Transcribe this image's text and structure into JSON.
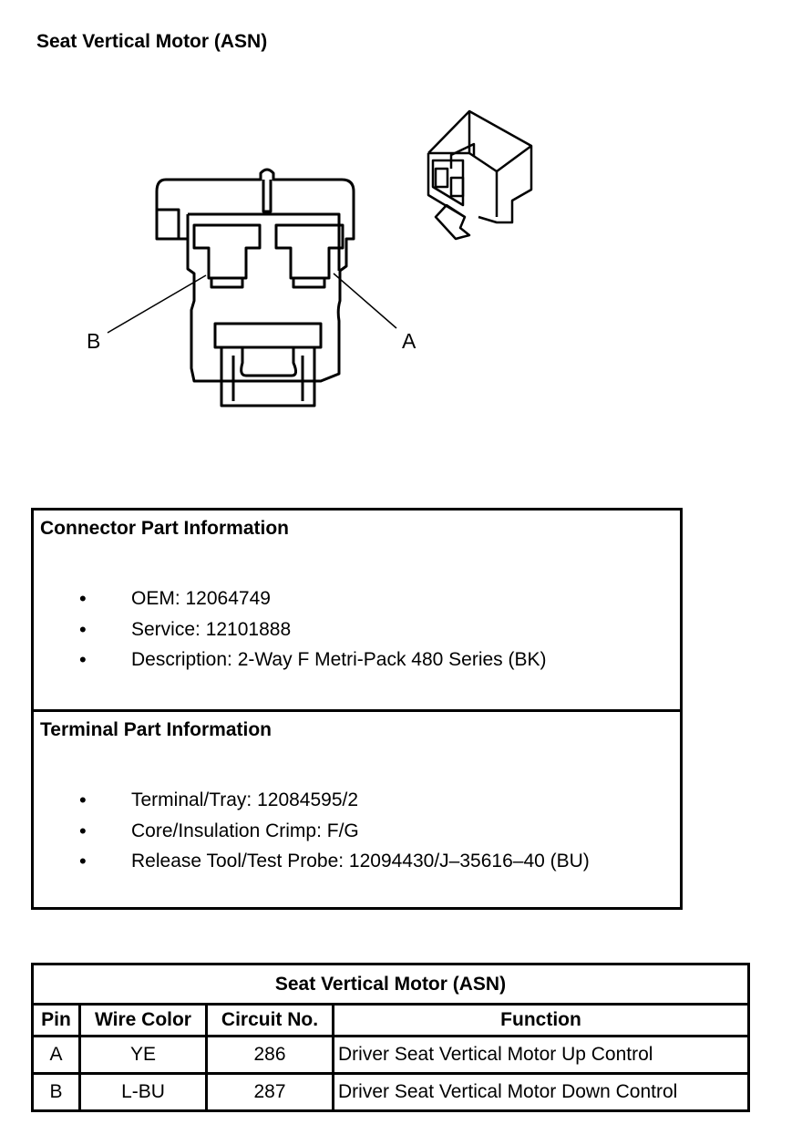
{
  "title": "Seat Vertical Motor (ASN)",
  "diagram": {
    "label_b": "B",
    "label_a": "A"
  },
  "connector_info": {
    "heading": "Connector Part Information",
    "items": [
      "OEM: 12064749",
      "Service: 12101888",
      "Description: 2-Way F Metri-Pack 480 Series (BK)"
    ]
  },
  "terminal_info": {
    "heading": "Terminal Part Information",
    "items": [
      "Terminal/Tray: 12084595/2",
      "Core/Insulation Crimp: F/G",
      "Release Tool/Test Probe: 12094430/J–35616–40 (BU)"
    ]
  },
  "pin_table": {
    "title": "Seat Vertical Motor (ASN)",
    "headers": [
      "Pin",
      "Wire Color",
      "Circuit No.",
      "Function"
    ],
    "rows": [
      [
        "A",
        "YE",
        "286",
        "Driver Seat Vertical Motor Up Control"
      ],
      [
        "B",
        "L-BU",
        "287",
        "Driver Seat Vertical Motor Down Control"
      ]
    ]
  }
}
